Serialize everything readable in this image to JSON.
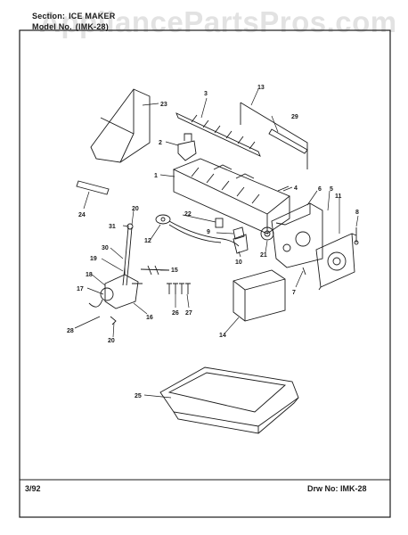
{
  "watermark": "AppliancePartsPros.com",
  "header": {
    "section_label": "Section:",
    "section_value": "ICE MAKER",
    "model_label": "Model No.",
    "model_value": "(IMK-28)"
  },
  "footer": {
    "date": "3/92",
    "drawing_label": "Drw No:",
    "drawing_value": "IMK-28"
  },
  "callouts": {
    "c1": "1",
    "c2": "2",
    "c3": "3",
    "c4": "4",
    "c5": "5",
    "c6": "6",
    "c7": "7",
    "c8": "8",
    "c9": "9",
    "c10": "10",
    "c11": "11",
    "c12": "12",
    "c13": "13",
    "c14": "14",
    "c15": "15",
    "c16": "16",
    "c17": "17",
    "c18": "18",
    "c19": "19",
    "c20a": "20",
    "c20b": "20",
    "c21": "21",
    "c22": "22",
    "c23": "23",
    "c24": "24",
    "c25": "25",
    "c26": "26",
    "c27": "27",
    "c28": "28",
    "c29": "29",
    "c30": "30",
    "c31": "31"
  },
  "colors": {
    "line": "#1a1a1a",
    "watermark": "#969696"
  }
}
